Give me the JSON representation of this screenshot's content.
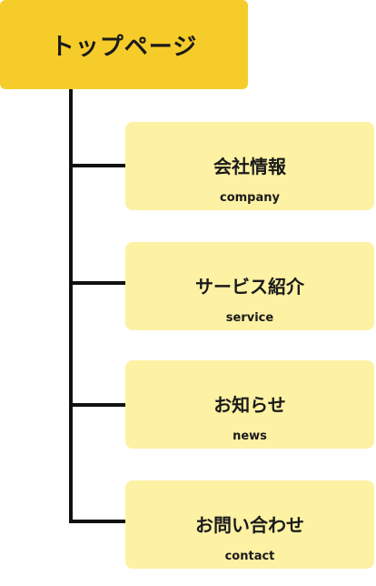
{
  "root": {
    "title": "トップページ"
  },
  "children": [
    {
      "title": "会社情報",
      "subtitle": "company"
    },
    {
      "title": "サービス紹介",
      "subtitle": "service"
    },
    {
      "title": "お知らせ",
      "subtitle": "news"
    },
    {
      "title": "お問い合わせ",
      "subtitle": "contact"
    }
  ],
  "colors": {
    "root_fill": "#f5cc2a",
    "child_fill": "#fdf1a4",
    "connector": "#111111",
    "text": "#1a1a1a"
  }
}
